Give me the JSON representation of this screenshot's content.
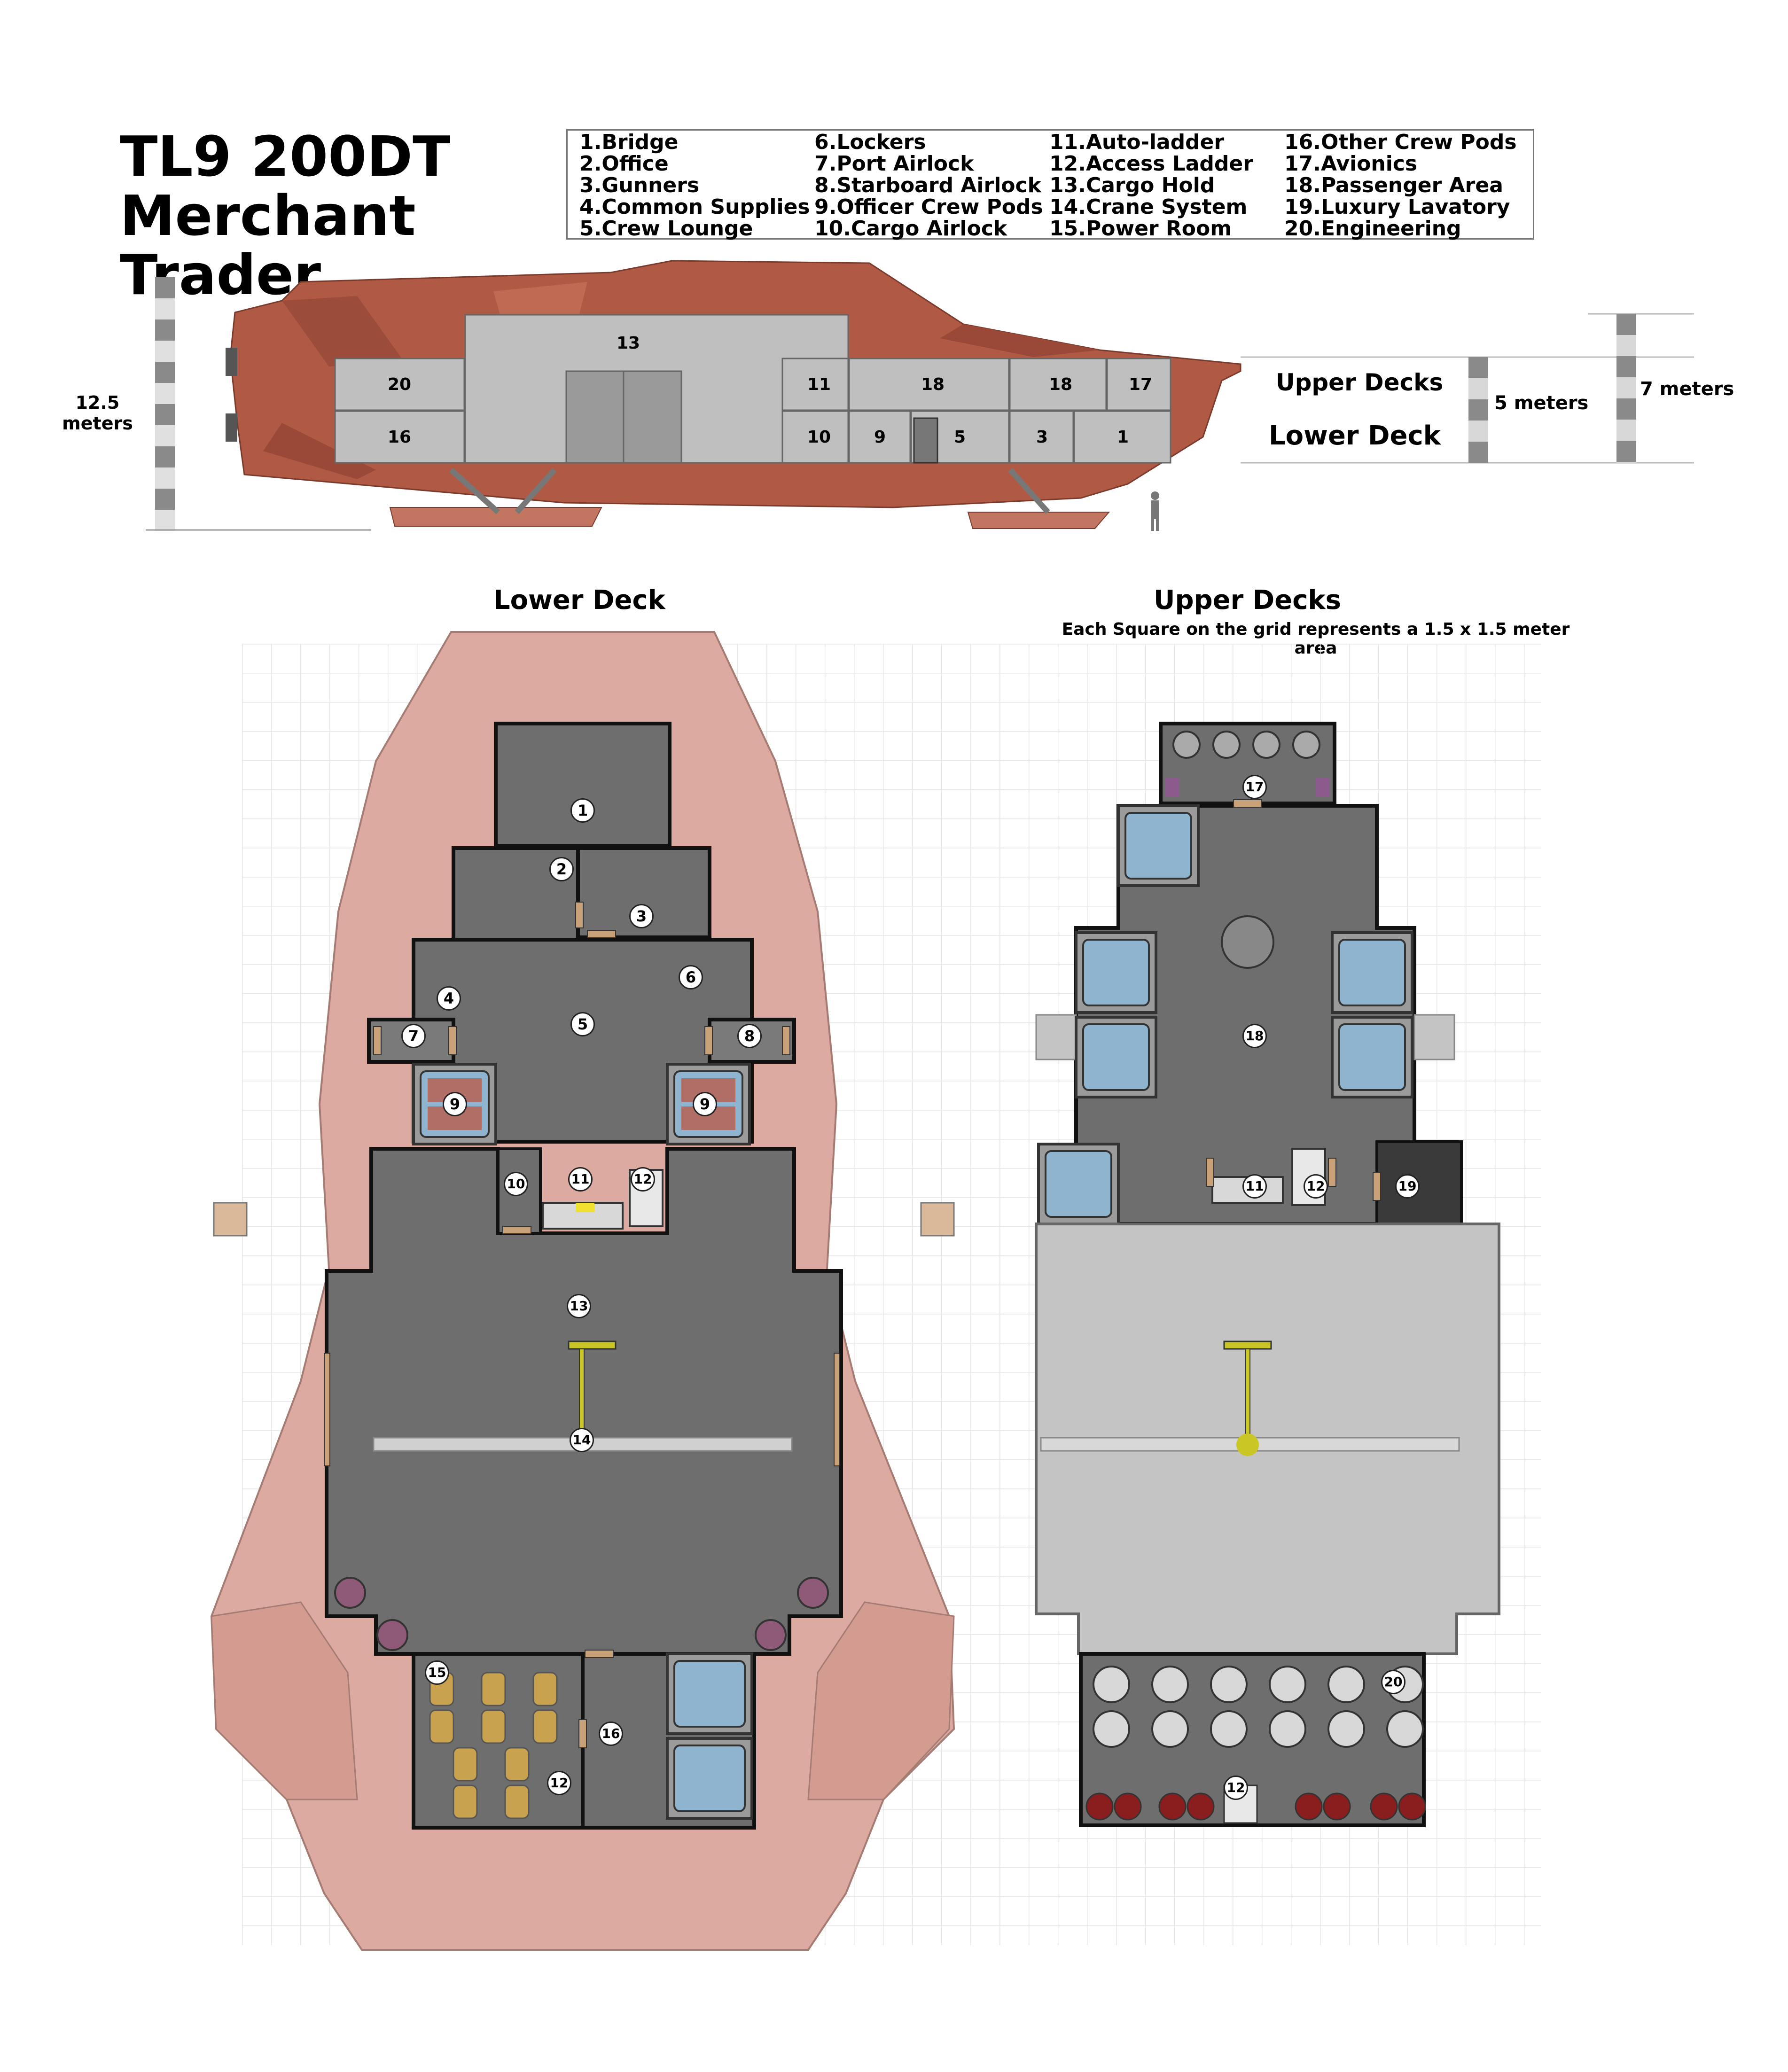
{
  "title": {
    "line1": "TL9 200DT",
    "line2": "Merchant",
    "line3": "Trader"
  },
  "legend": [
    [
      "1.Bridge",
      "2.Office",
      "3.Gunners",
      "4.Common Supplies",
      "5.Crew Lounge"
    ],
    [
      "6.Lockers",
      "7.Port Airlock",
      "8.Starboard Airlock",
      "9.Officer Crew Pods",
      "10.Cargo Airlock"
    ],
    [
      "11.Auto-ladder",
      "12.Access Ladder",
      "13.Cargo Hold",
      "14.Crane System",
      "15.Power Room"
    ],
    [
      "16.Other Crew Pods",
      "17.Avionics",
      "18.Passenger Area",
      "19.Luxury Lavatory",
      "20.Engineering"
    ]
  ],
  "profile": {
    "height_label": "12.5 meters",
    "upper_decks": "Upper Decks",
    "lower_deck": "Lower Deck",
    "five_meters": "5 meters",
    "seven_meters": "7 meters",
    "room_numbers": {
      "r20": "20",
      "r16": "16",
      "r13": "13",
      "r11": "11",
      "r18a": "18",
      "r18b": "18",
      "r17": "17",
      "r10": "10",
      "r9": "9",
      "r5": "5",
      "r3": "3",
      "r1": "1"
    }
  },
  "lower_deck": {
    "heading": "Lower Deck",
    "markers": {
      "m1": "1",
      "m2": "2",
      "m3": "3",
      "m4": "4",
      "m5": "5",
      "m6": "6",
      "m7": "7",
      "m8": "8",
      "m9a": "9",
      "m9b": "9",
      "m10": "10",
      "m11": "11",
      "m12a": "12",
      "m13": "13",
      "m14": "14",
      "m15": "15",
      "m16": "16",
      "m12b": "12"
    }
  },
  "upper_decks": {
    "heading": "Upper Decks",
    "note": "Each Square on the grid represents a 1.5 x 1.5 meter area",
    "markers": {
      "m17": "17",
      "m18": "18",
      "m11": "11",
      "m12a": "12",
      "m19": "19",
      "m20": "20",
      "m12b": "12"
    }
  },
  "colors": {
    "hull": "#b05a45",
    "hull_plan": "#d9a69a",
    "deck_dark": "#6e6e6e",
    "deck_light": "#c4c4c4",
    "room_grey": "#bdbdbd",
    "door": "#c9a27a",
    "crane": "#c9c626"
  }
}
